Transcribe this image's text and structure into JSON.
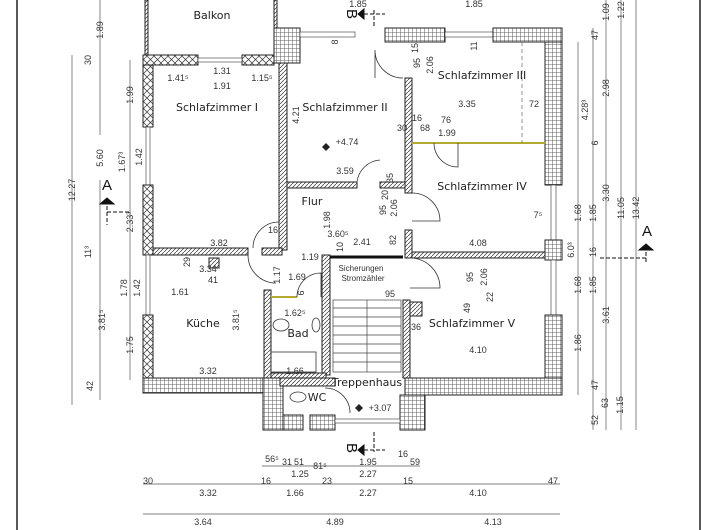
{
  "rooms": {
    "balkon": "Balkon",
    "schlafzimmer_1": "Schlafzimmer I",
    "schlafzimmer_2": "Schlafzimmer II",
    "schlafzimmer_3": "Schlafzimmer III",
    "schlafzimmer_4": "Schlafzimmer IV",
    "schlafzimmer_5": "Schlafzimmer V",
    "flur": "Flur",
    "kueche": "Küche",
    "bad": "Bad",
    "treppenhaus": "Treppenhaus",
    "wc": "WC"
  },
  "notes": {
    "sicherungen": "Sicherungen",
    "stromzaehler": "Stromzähler",
    "level_upper": "+4.74",
    "level_lower": "+3.07"
  },
  "section_markers": {
    "a_left": "A",
    "a_right": "A",
    "b_top": "B",
    "b_bottom": "B"
  },
  "dimensions": [
    "1.89",
    "30",
    "1.99",
    "5.60",
    "1.67³",
    "1.42",
    "12.27",
    "2.33³",
    "11³",
    "1.41⁵",
    "1.31",
    "1.91",
    "1.15⁵",
    "4.21",
    "3.59",
    "16",
    "3.82",
    "1.98",
    "3.60⁵",
    "1.19",
    "95",
    "2.06",
    "15",
    "11",
    "3.35",
    "72",
    "30",
    "16",
    "68",
    "76",
    "1.99",
    "2.41",
    "82",
    "4.08",
    "7⁵",
    "47",
    "1.09",
    "1.22",
    "4.28³",
    "2.98",
    "6",
    "3.30",
    "11.05",
    "13.42",
    "1.68",
    "1.85",
    "6.0³",
    "16",
    "20",
    "35",
    "95",
    "2.06",
    "10",
    "1.17",
    "1.69",
    "6",
    "95",
    "3.34",
    "29",
    "41",
    "1.61",
    "1.78",
    "1.42",
    "3.81⁵",
    "3.81⁵",
    "1.62⁵",
    "1.75",
    "3.32",
    "1.66",
    "42",
    "95",
    "2.06",
    "22",
    "49",
    "36",
    "4.10",
    "1.68",
    "1.85",
    "3.61",
    "1.86",
    "47",
    "63",
    "1.15",
    "52",
    "56⁵",
    "31",
    "51",
    "1.25",
    "81⁵",
    "1.95",
    "2.27",
    "16",
    "59",
    "30",
    "16",
    "23",
    "15",
    "47",
    "3.32",
    "1.66",
    "2.27",
    "4.10",
    "3.64",
    "4.89",
    "4.13",
    "1.85",
    "1.85",
    "8"
  ],
  "colors": {
    "wall": "#222222",
    "partition_highlight": "#b5a930"
  }
}
